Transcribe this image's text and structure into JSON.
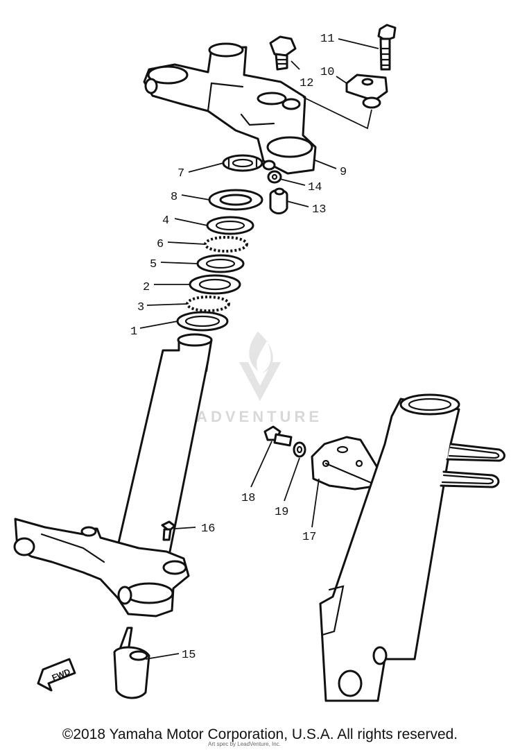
{
  "diagram": {
    "callouts": [
      {
        "id": "1",
        "label": "1"
      },
      {
        "id": "2",
        "label": "2"
      },
      {
        "id": "3",
        "label": "3"
      },
      {
        "id": "4",
        "label": "4"
      },
      {
        "id": "5",
        "label": "5"
      },
      {
        "id": "6",
        "label": "6"
      },
      {
        "id": "7",
        "label": "7"
      },
      {
        "id": "8",
        "label": "8"
      },
      {
        "id": "9",
        "label": "9"
      },
      {
        "id": "10",
        "label": "10"
      },
      {
        "id": "11",
        "label": "11"
      },
      {
        "id": "12",
        "label": "12"
      },
      {
        "id": "13",
        "label": "13"
      },
      {
        "id": "14",
        "label": "14"
      },
      {
        "id": "15",
        "label": "15"
      },
      {
        "id": "16",
        "label": "16"
      },
      {
        "id": "17",
        "label": "17"
      },
      {
        "id": "18",
        "label": "18"
      },
      {
        "id": "19",
        "label": "19"
      }
    ],
    "fwd_label": "FWD",
    "watermark": "LEADVENTURE"
  },
  "footer": {
    "copyright": "©2018 Yamaha Motor Corporation, U.S.A. All rights reserved.",
    "sub": "Art spec by LeadVenture, Inc."
  }
}
